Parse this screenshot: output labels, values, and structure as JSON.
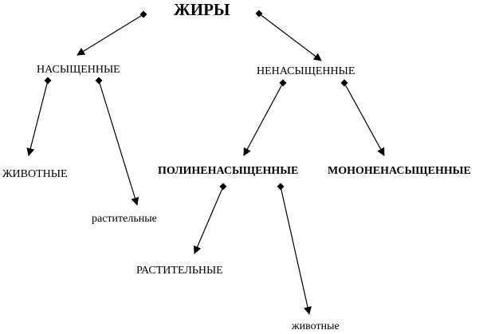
{
  "diagram": {
    "root": "ЖИРЫ",
    "saturated": "НАСЫЩЕННЫЕ",
    "unsaturated": "НЕНАСЫЩЕННЫЕ",
    "sat_animal": "ЖИВОТНЫЕ",
    "sat_plant": "растительные",
    "polyunsaturated": "ПОЛИНЕНАСЫЩЕННЫЕ",
    "monounsaturated": "МОНОНЕНАСЫЩЕННЫЕ",
    "poly_plant": "РАСТИТЕЛЬНЫЕ",
    "poly_animal": "животные"
  }
}
